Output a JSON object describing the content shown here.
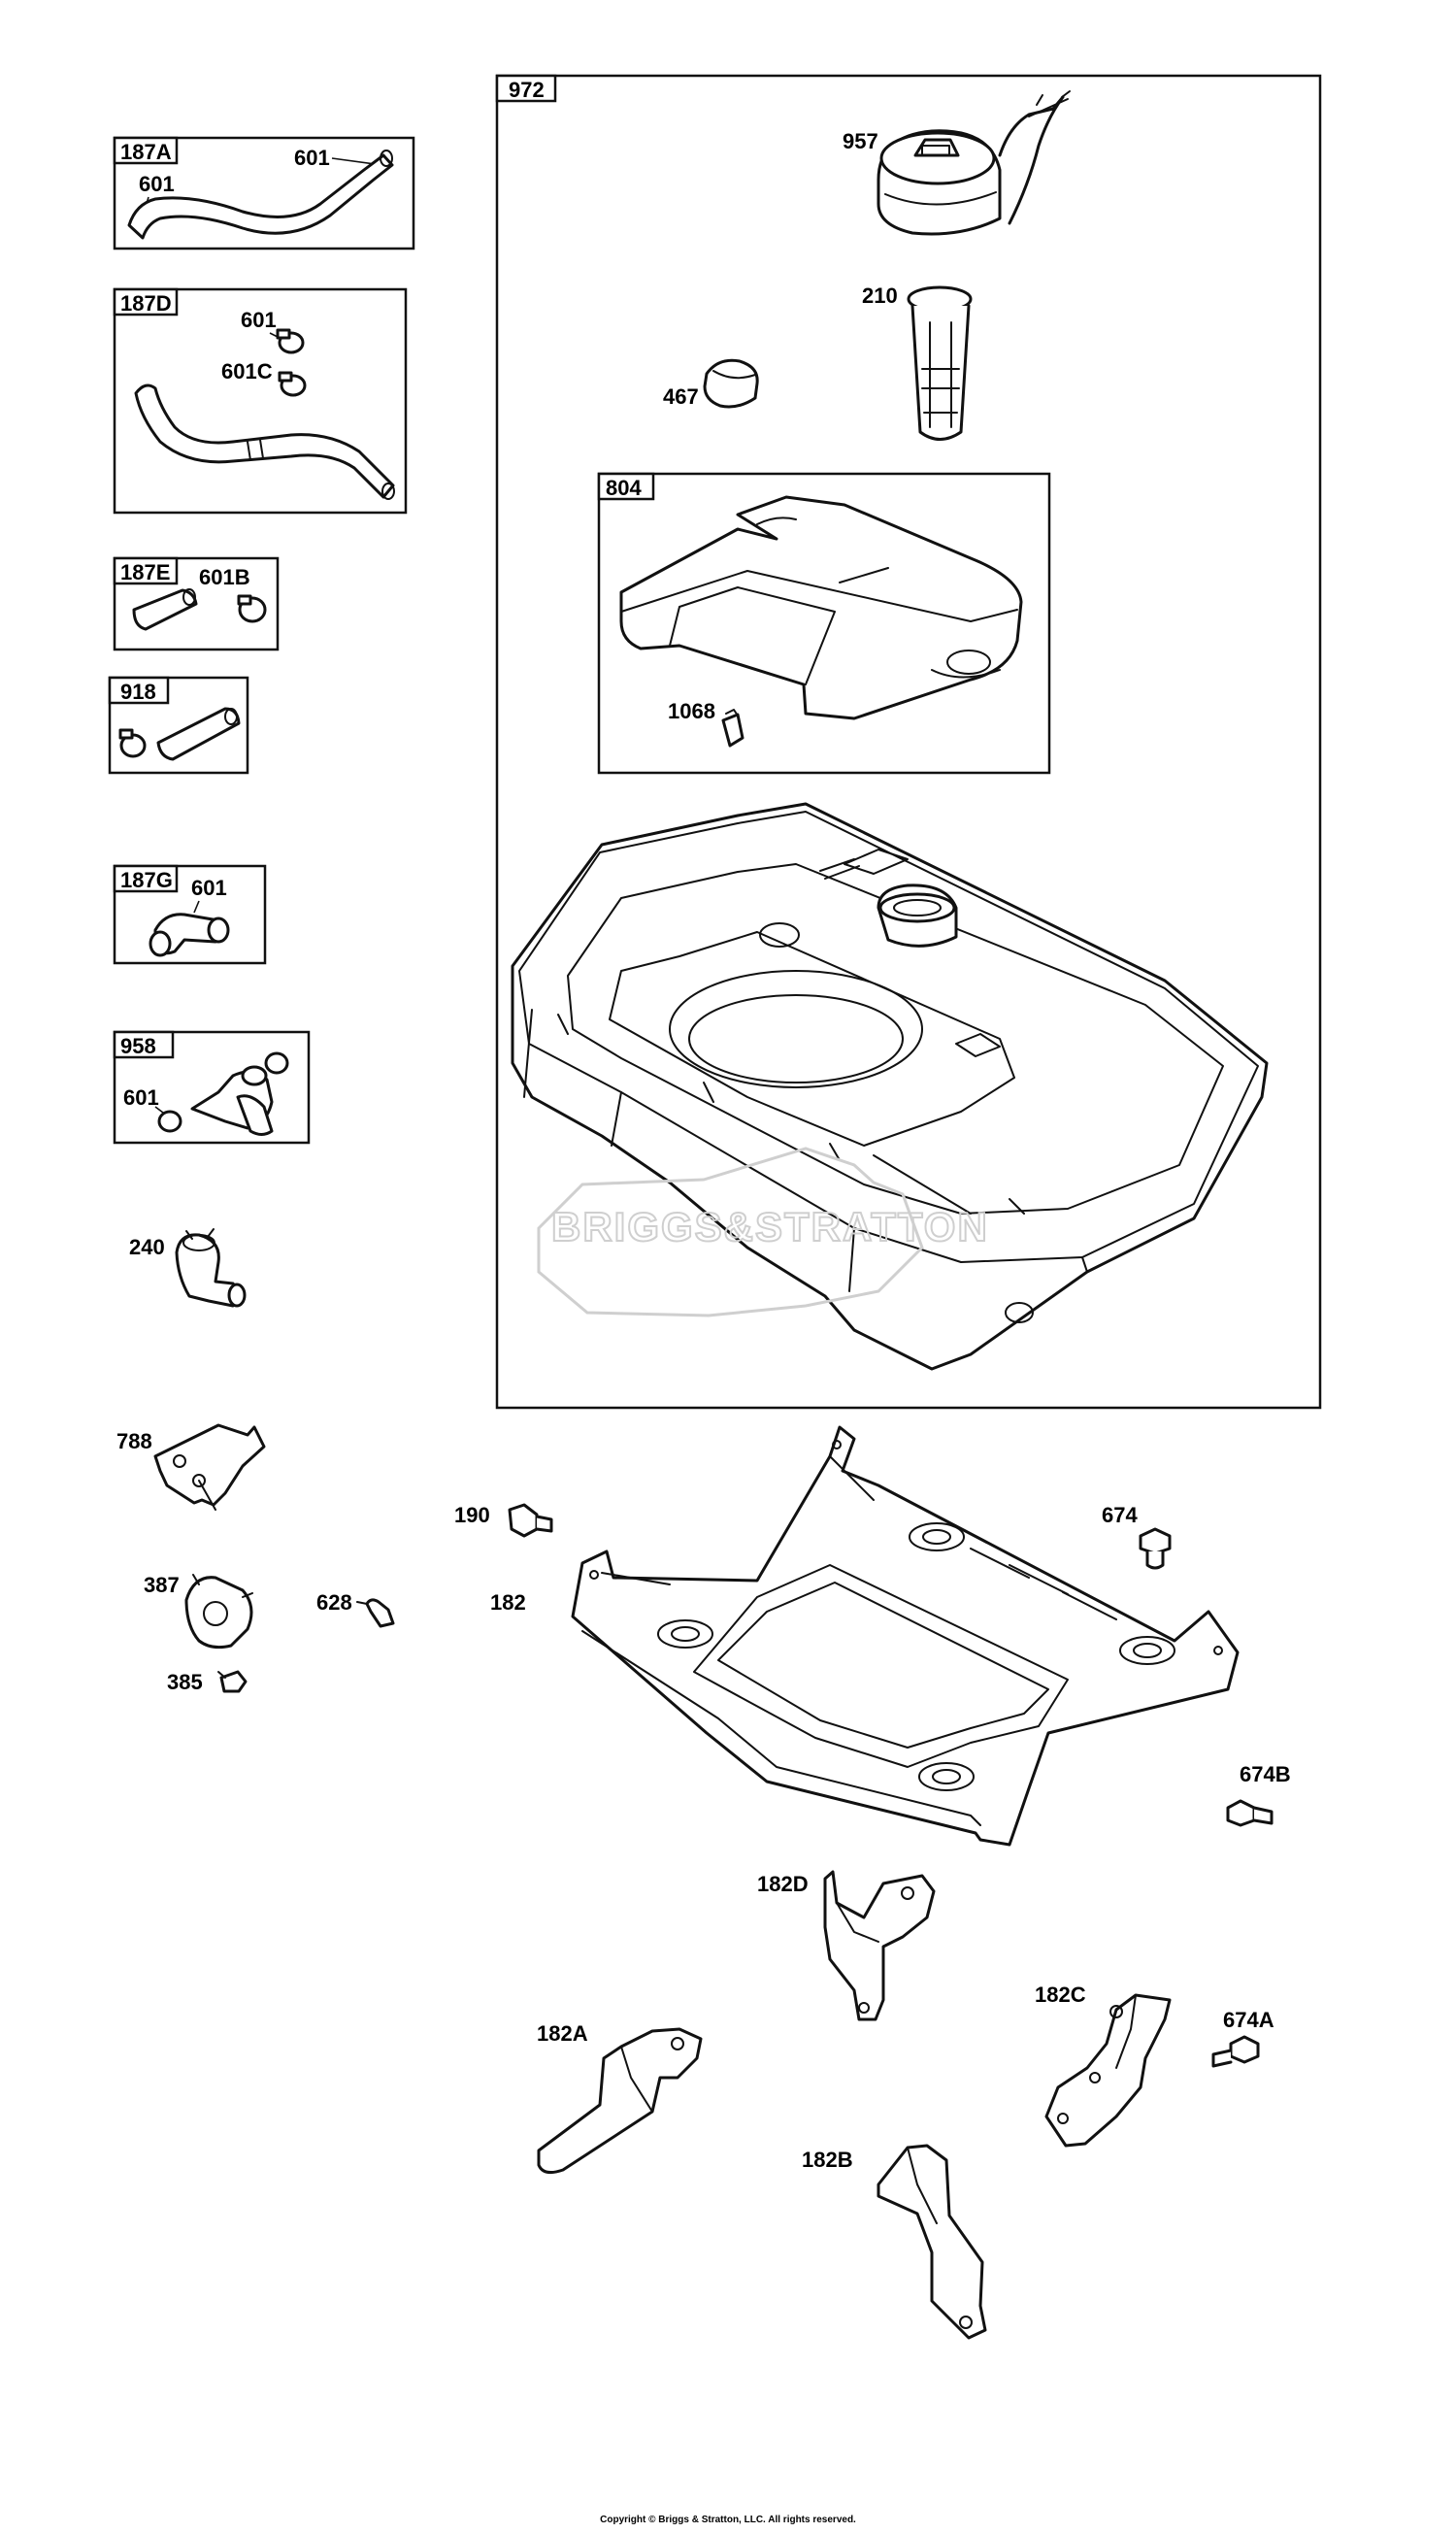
{
  "labels": {
    "l972": "972",
    "l957": "957",
    "l210": "210",
    "l467": "467",
    "l804": "804",
    "l1068": "1068",
    "l187A": "187A",
    "l601_a1": "601",
    "l601_a2": "601",
    "l187D": "187D",
    "l601_d": "601",
    "l601C": "601C",
    "l187E": "187E",
    "l601B": "601B",
    "l918": "918",
    "l187G": "187G",
    "l601_g": "601",
    "l958": "958",
    "l601_958": "601",
    "l240": "240",
    "l788": "788",
    "l387": "387",
    "l385": "385",
    "l628": "628",
    "l190": "190",
    "l182": "182",
    "l674": "674",
    "l674B": "674B",
    "l182D": "182D",
    "l182C": "182C",
    "l674A": "674A",
    "l182A": "182A",
    "l182B": "182B"
  },
  "copyright": "Copyright © Briggs & Stratton, LLC. All rights reserved."
}
